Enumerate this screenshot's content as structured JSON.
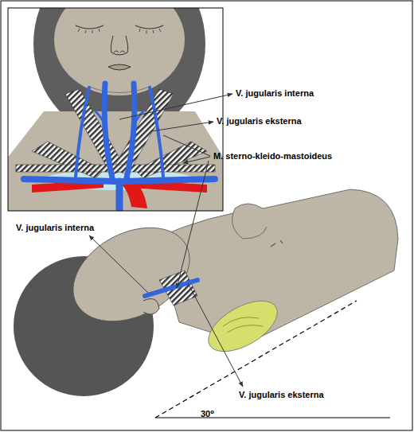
{
  "diagram": {
    "labels": [
      "V. jugularis interna",
      "V. jugularis eksterna",
      "M. sterno-kleido-mastoideus",
      "V. jugularis interna",
      "V. jugularis eksterna",
      "30⁰"
    ]
  }
}
